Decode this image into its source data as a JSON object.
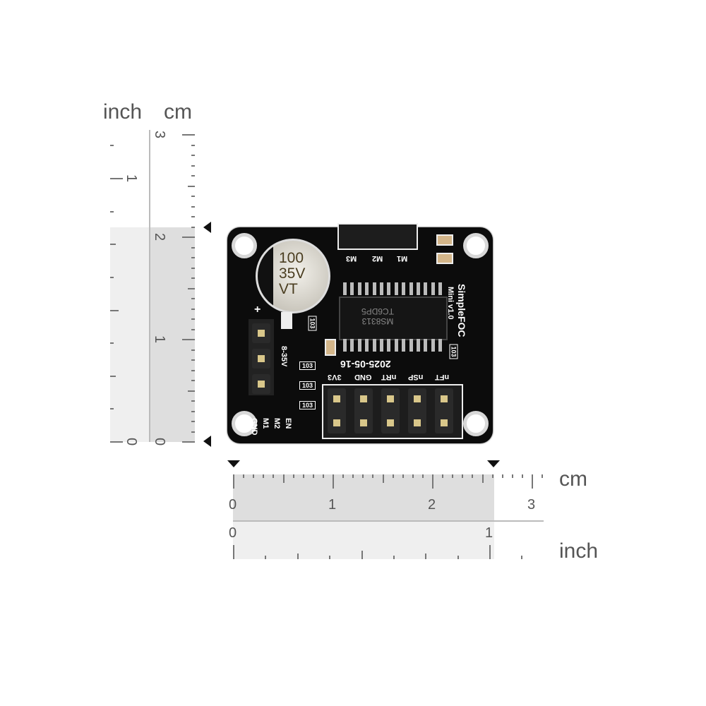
{
  "rulers": {
    "vertical": {
      "unit_left": "inch",
      "unit_right": "cm",
      "cm_labels": [
        "0",
        "1",
        "2",
        "3"
      ],
      "inch_labels": [
        "0",
        "1"
      ],
      "measured_cm": 2.1
    },
    "horizontal": {
      "unit_top": "cm",
      "unit_bottom": "inch",
      "cm_labels": [
        "0",
        "1",
        "2",
        "3"
      ],
      "inch_labels": [
        "0",
        "1"
      ],
      "measured_cm": 2.6
    }
  },
  "board": {
    "capacitor": [
      "100",
      "35V",
      "VT"
    ],
    "chip_line1": "MS8313",
    "chip_line2": "TC6DP5",
    "title": "SimpleFOC",
    "subtitle": "Mini v1.0",
    "date": "2025-05-16",
    "voltage": "8-35V",
    "plus": "+",
    "motor_labels": [
      "M3",
      "M2",
      "M1"
    ],
    "power_labels": [
      "GND",
      "M1",
      "M2",
      "EN"
    ],
    "header_labels": [
      "3V3",
      "GND",
      "nRT",
      "nSP",
      "nFT"
    ],
    "resistors": [
      "103",
      "103",
      "103",
      "103",
      "103"
    ]
  }
}
